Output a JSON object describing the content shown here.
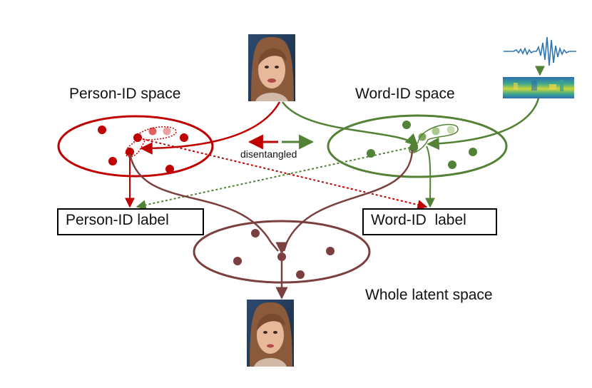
{
  "labels": {
    "person_space": "Person-ID space",
    "word_space": "Word-ID space",
    "whole_space": "Whole latent space",
    "disentangled": "disentangled",
    "person_label": "Person-ID label",
    "word_label": "Word-ID  label"
  },
  "images": {
    "input_face": "face-photo",
    "output_face": "face-photo",
    "audio": "audio-waveform",
    "spectrogram": "spectrogram"
  },
  "colors": {
    "person": "#c00000",
    "person_light": "#e08080",
    "word": "#538135",
    "word_light": "#a9c98f",
    "latent": "#7b3f3f",
    "audio": "#2e75b6"
  }
}
